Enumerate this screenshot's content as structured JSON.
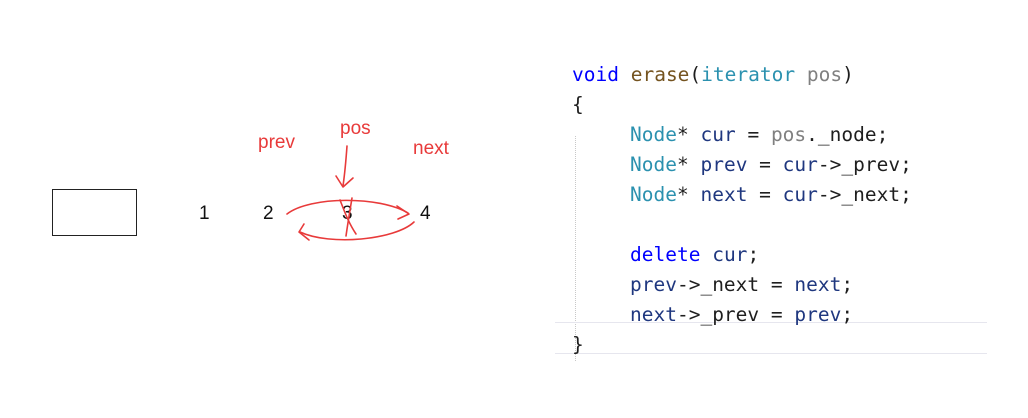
{
  "diagram": {
    "numbers": [
      "1",
      "2",
      "3",
      "4"
    ],
    "annotations": {
      "prev": "prev",
      "pos": "pos",
      "next": "next"
    },
    "ink_color": "#e83a3a"
  },
  "code": {
    "line1": {
      "kw": "void",
      "fn": "erase",
      "open": "(",
      "type": "iterator",
      "param": "pos",
      "close": ")"
    },
    "line2": {
      "brace": "{"
    },
    "line3": {
      "type": "Node",
      "star": "*",
      "var": "cur",
      "eq": " = ",
      "param": "pos",
      "dot": ".",
      "member": "_node",
      "semi": ";"
    },
    "line4": {
      "type": "Node",
      "star": "*",
      "var": "prev",
      "eq": " = ",
      "src": "cur",
      "arrow": "->",
      "member": "_prev",
      "semi": ";"
    },
    "line5": {
      "type": "Node",
      "star": "*",
      "var": "next",
      "eq": " = ",
      "src": "cur",
      "arrow": "->",
      "member": "_next",
      "semi": ";"
    },
    "line7": {
      "kw": "delete",
      "var": "cur",
      "semi": ";"
    },
    "line8": {
      "var": "prev",
      "arrow": "->",
      "member": "_next",
      "eq": " = ",
      "val": "next",
      "semi": ";"
    },
    "line9": {
      "var": "next",
      "arrow": "->",
      "member": "_prev",
      "eq": " = ",
      "val": "prev",
      "semi": ";"
    },
    "line10": {
      "brace": "}"
    }
  }
}
